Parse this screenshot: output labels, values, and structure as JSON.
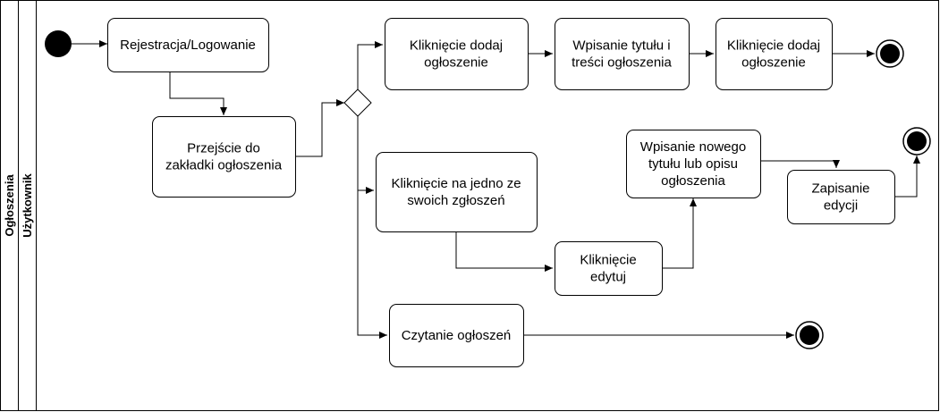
{
  "pool": {
    "label": "Ogłoszenia"
  },
  "lane": {
    "label": "Użytkownik"
  },
  "nodes": {
    "rejestracja": {
      "lines": [
        "Rejestracja/Logowanie"
      ]
    },
    "przejscie": {
      "lines": [
        "Przejście do",
        "zakładki ogłoszenia"
      ]
    },
    "klik_dodaj_1": {
      "lines": [
        "Kliknięcie dodaj",
        "ogłoszenie"
      ]
    },
    "wpisanie_tytulu": {
      "lines": [
        "Wpisanie tytułu i",
        "treści ogłoszenia"
      ]
    },
    "klik_dodaj_2": {
      "lines": [
        "Kliknięcie dodaj",
        "ogłoszenie"
      ]
    },
    "klik_zgloszenie": {
      "lines": [
        "Kliknięcie na jedno ze",
        "swoich zgłoszeń"
      ]
    },
    "klik_edytuj": {
      "lines": [
        "Kliknięcie",
        "edytuj"
      ]
    },
    "wpisanie_nowego": {
      "lines": [
        "Wpisanie nowego",
        "tytułu lub opisu",
        "ogłoszenia"
      ]
    },
    "zapisanie": {
      "lines": [
        "Zapisanie",
        "edycji"
      ]
    },
    "czytanie": {
      "lines": [
        "Czytanie ogłoszeń"
      ]
    }
  },
  "colors": {
    "stroke": "#000000",
    "fill": "#ffffff",
    "marker": "#000000"
  }
}
